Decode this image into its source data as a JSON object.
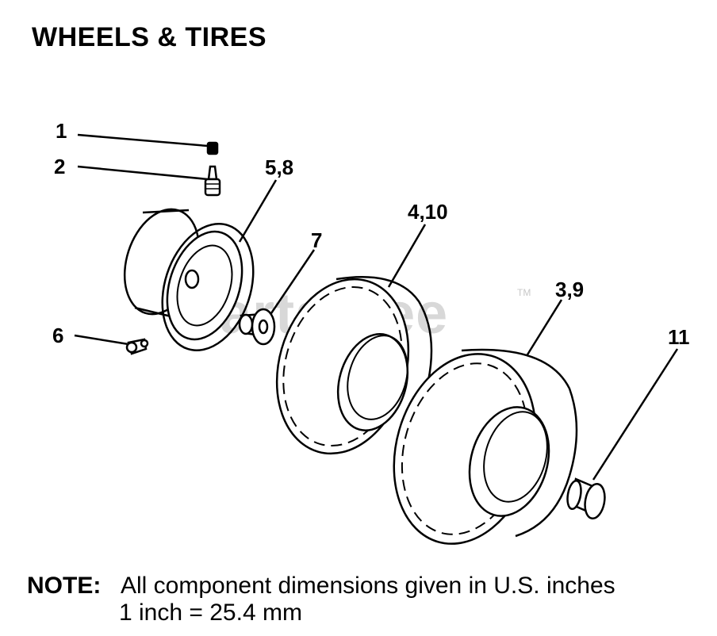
{
  "title": "WHEELS & TIRES",
  "watermark": "PartsTree",
  "watermark_tm": "TM",
  "callouts": {
    "c1": "1",
    "c2": "2",
    "c58": "5,8",
    "c7": "7",
    "c410": "4,10",
    "c39": "3,9",
    "c6": "6",
    "c11": "11"
  },
  "note": {
    "label": "NOTE:",
    "line1": "All component dimensions given in U.S. inches",
    "line2": "1 inch = 25.4 mm"
  }
}
